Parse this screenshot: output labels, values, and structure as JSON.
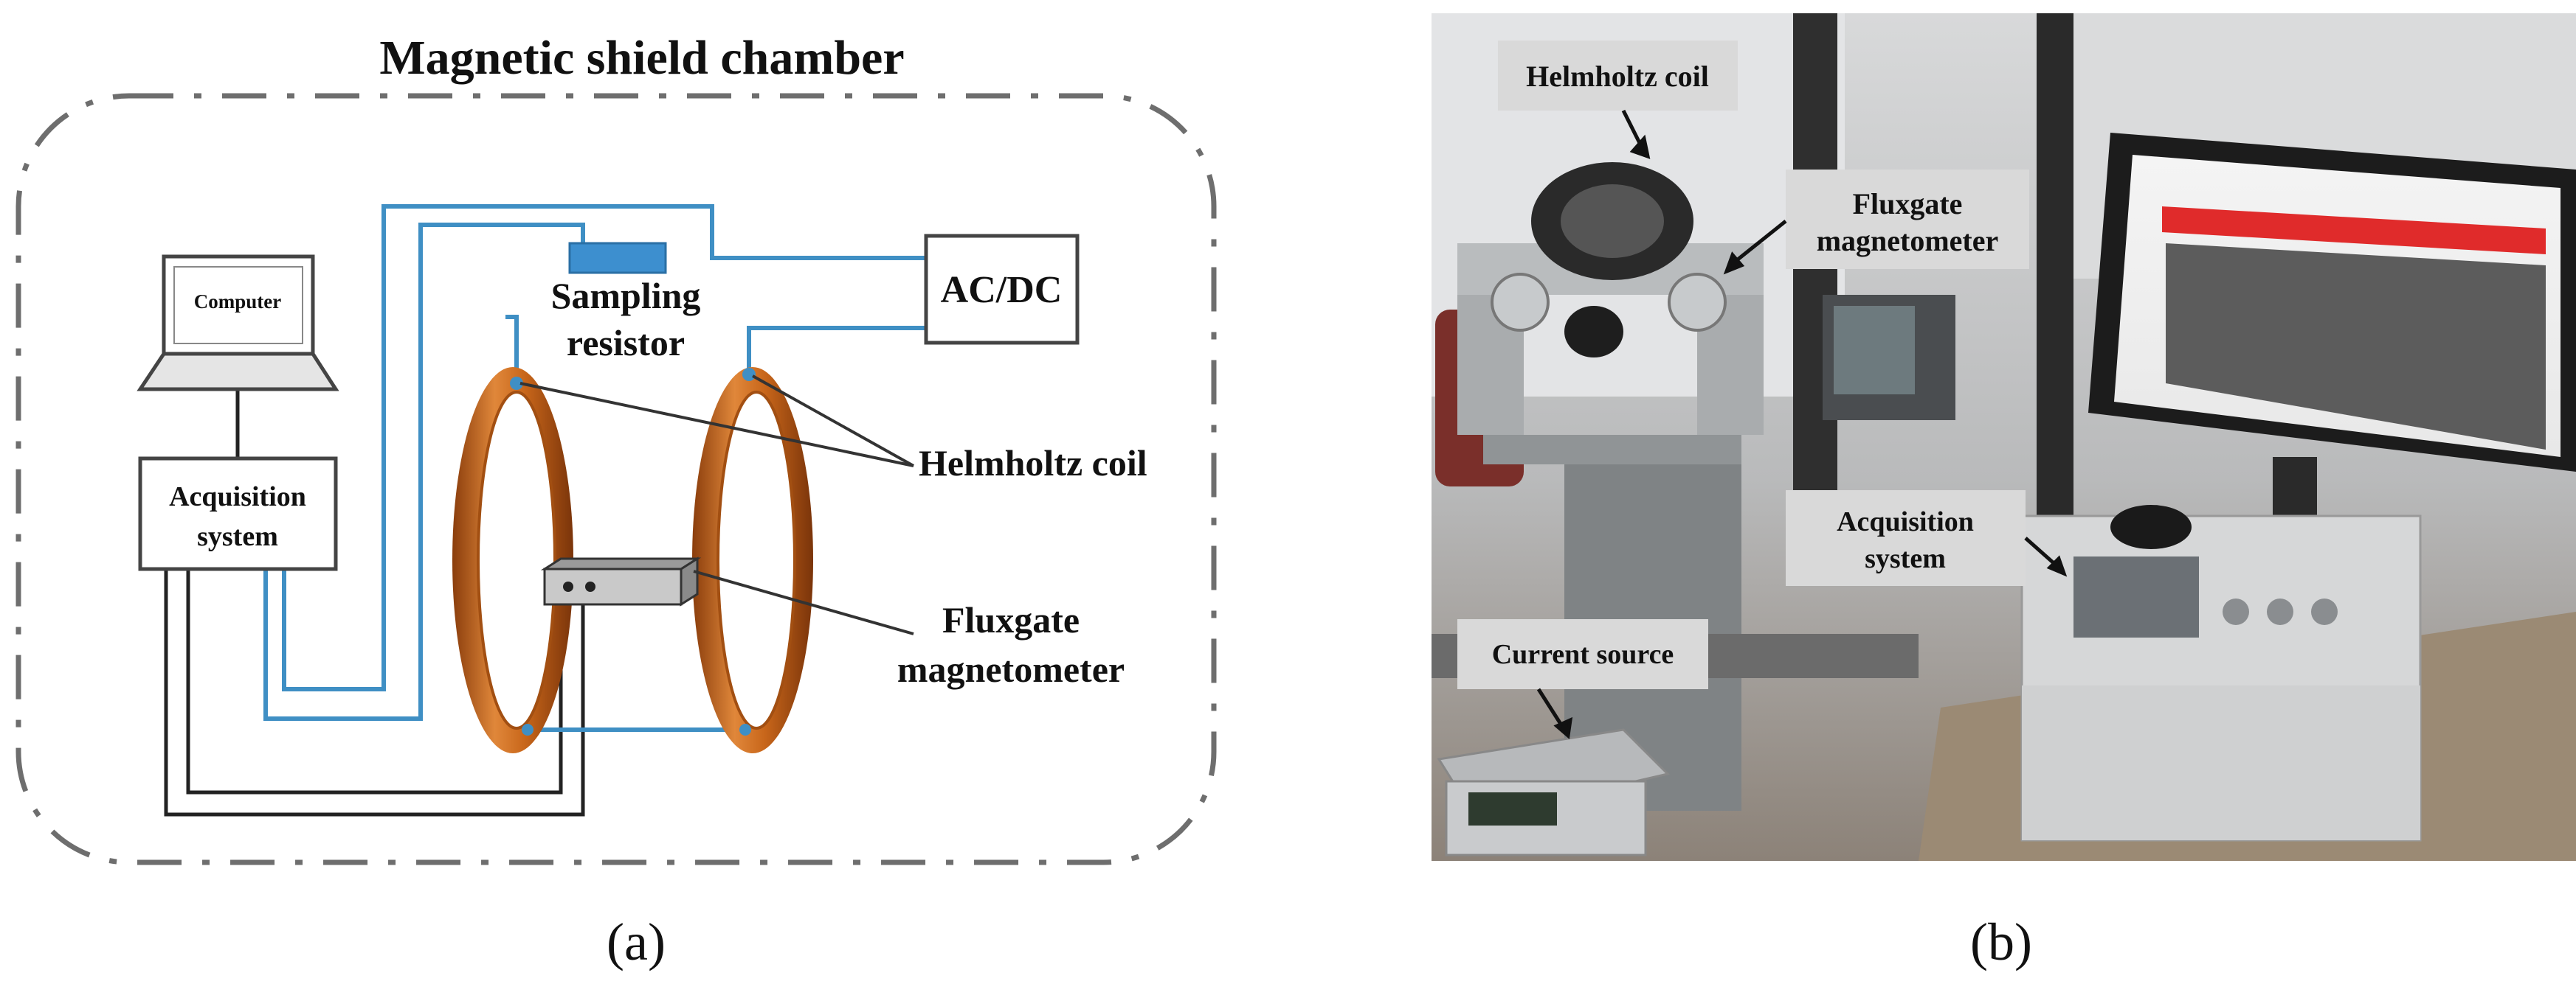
{
  "panel_a": {
    "title": "Magnetic shield chamber",
    "computer_label": "Computer",
    "acquisition_label_line1": "Acquisition",
    "acquisition_label_line2": "system",
    "sampling_label_line1": "Sampling",
    "sampling_label_line2": "resistor",
    "acdc_label": "AC/DC",
    "helmholtz_label": "Helmholtz coil",
    "fluxgate_label_line1": "Fluxgate",
    "fluxgate_label_line2": "magnetometer",
    "caption": "(a)"
  },
  "panel_b": {
    "helmholtz_label": "Helmholtz coil",
    "fluxgate_label_line1": "Fluxgate",
    "fluxgate_label_line2": "magnetometer",
    "acquisition_label_line1": "Acquisition",
    "acquisition_label_line2": "system",
    "current_source_label": "Current source",
    "caption": "(b)"
  },
  "colors": {
    "coil": "#c8661a",
    "wire_blue": "#3f8fc4",
    "wire_black": "#222222",
    "chamber_border": "#6e6e6e",
    "label_box": "#d9d9d9"
  }
}
